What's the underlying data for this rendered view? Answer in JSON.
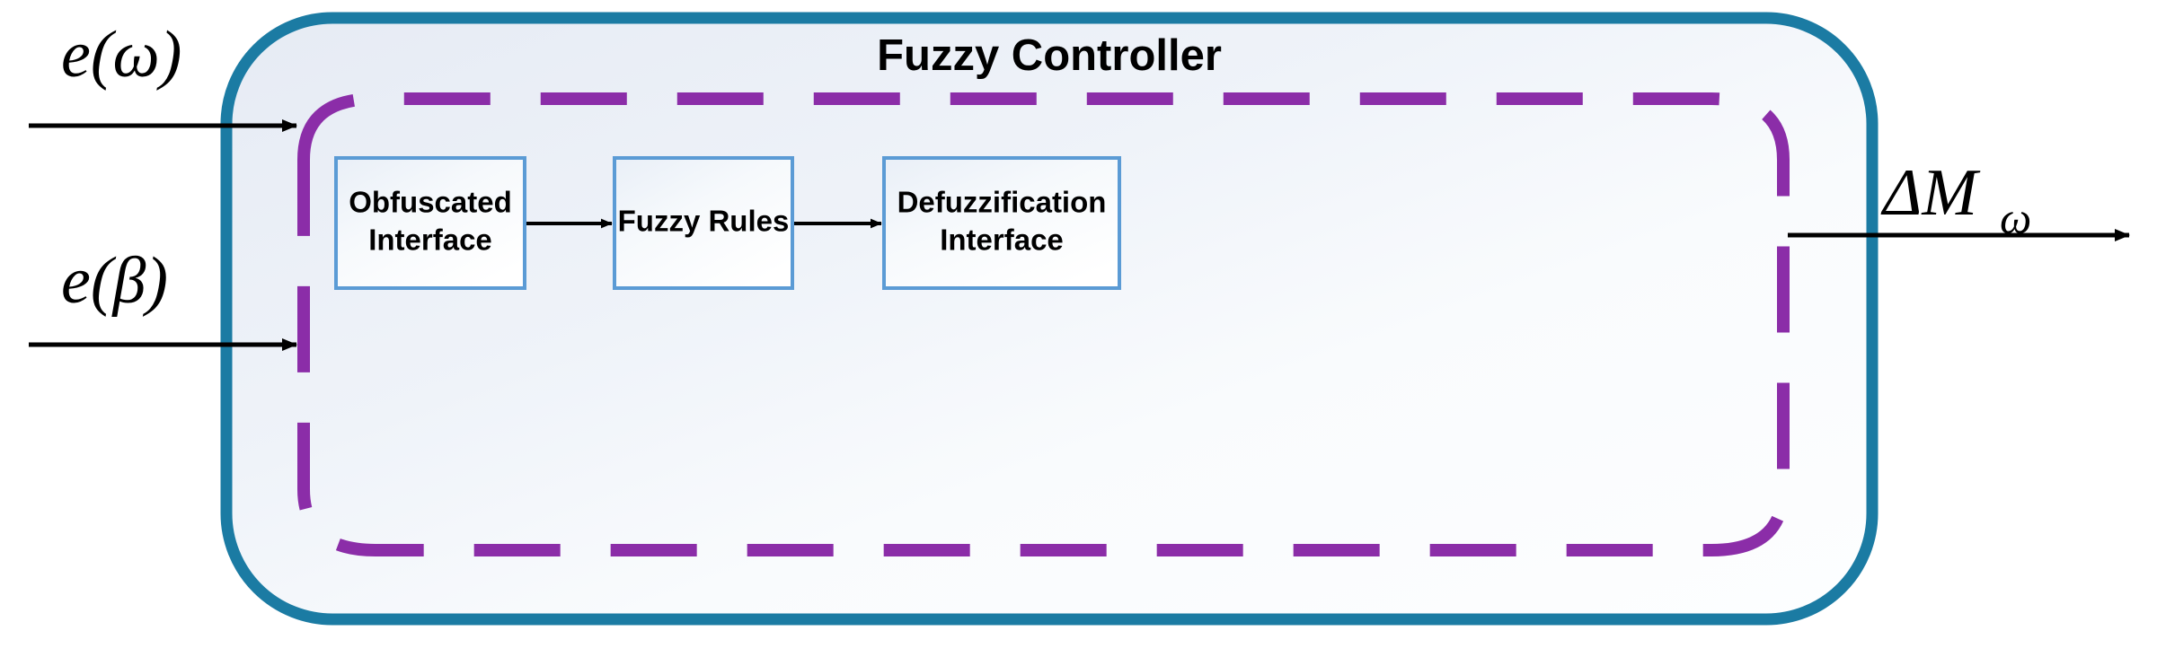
{
  "diagram": {
    "title": "Fuzzy Controller",
    "type": "block-diagram",
    "colors": {
      "outer_border": "#1B7BA3",
      "inner_box_border": "#5B9BD5",
      "dashed_loop": "#8B2DA8",
      "arrow": "#000000",
      "panel_fill_light": "#FDFEFF",
      "panel_fill_shade": "#E8EDF5"
    },
    "inputs": [
      {
        "id": "input-omega",
        "label_e": "e",
        "label_arg": "(ω)",
        "label_full": "e(ω)"
      },
      {
        "id": "input-beta",
        "label_e": "e",
        "label_arg": "(β)",
        "label_full": "e(β)"
      }
    ],
    "output": {
      "id": "output-delta-m-omega",
      "label_main": "ΔM",
      "label_sub": "ω",
      "label_full": "ΔMω"
    },
    "blocks": [
      {
        "id": "obfuscated-interface",
        "line1": "Obfuscated",
        "line2": "Interface"
      },
      {
        "id": "fuzzy-rules",
        "line1": "Fuzzy Rules",
        "line2": ""
      },
      {
        "id": "defuzzification-interface",
        "line1": "Defuzzification",
        "line2": "Interface"
      }
    ],
    "connections": [
      {
        "id": "arrow-obfuscated-to-rules",
        "from": "obfuscated-interface",
        "to": "fuzzy-rules"
      },
      {
        "id": "arrow-rules-to-defuzzification",
        "from": "fuzzy-rules",
        "to": "defuzzification-interface"
      }
    ]
  }
}
